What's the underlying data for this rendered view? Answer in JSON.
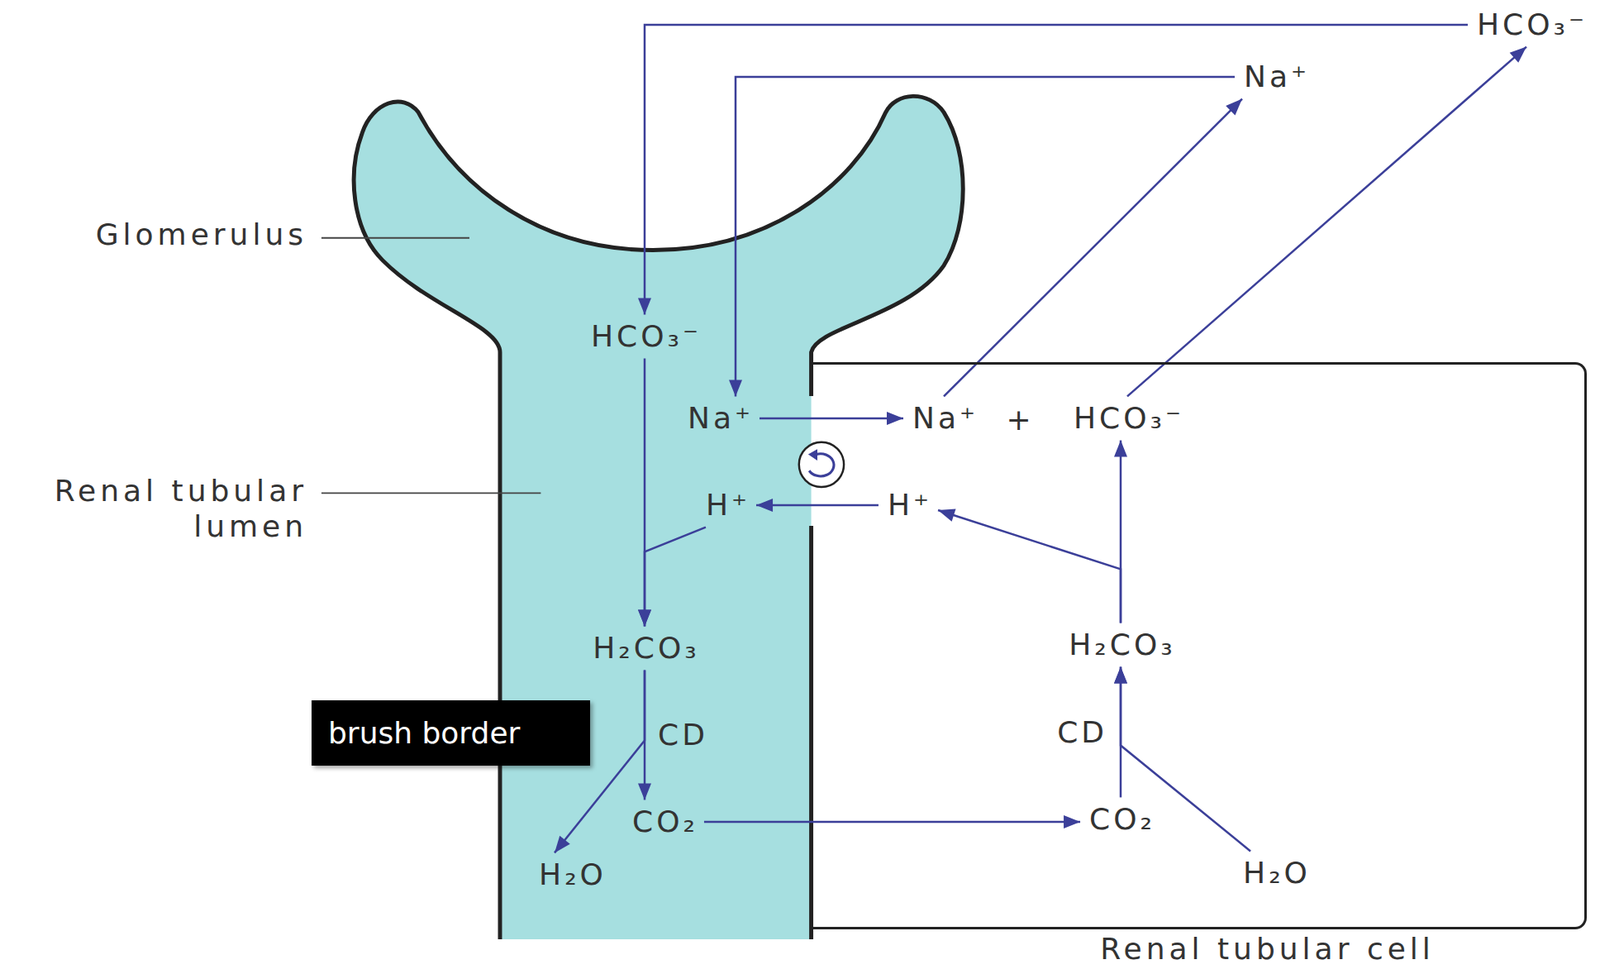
{
  "diagram": {
    "nodes": [
      {
        "text": [
          "HCO₃⁻"
        ]
      },
      {
        "text": [
          "Na⁺"
        ]
      },
      {
        "text": [
          "HCO₃⁻"
        ]
      },
      {
        "text": [
          "Renal tubular cell"
        ]
      },
      {
        "text": [
          "Na⁺"
        ]
      },
      {
        "text": [
          "Na⁺"
        ],
        "in": 3
      },
      {
        "text": [
          "HCO₃⁻"
        ],
        "in": 3
      },
      {
        "text": [
          "H⁺"
        ]
      },
      {
        "text": [
          "H⁺"
        ],
        "in": 3
      },
      {
        "text": [
          "H₂CO₃"
        ]
      },
      {
        "text": [
          "H₂CO₃"
        ],
        "in": 3
      },
      {
        "text": [
          "brush border"
        ]
      },
      {
        "text": [
          "CO₂"
        ]
      },
      {
        "text": [
          "CO₂"
        ],
        "in": 3
      },
      {
        "text": [
          "H₂O"
        ]
      },
      {
        "text": [
          "H₂O"
        ],
        "in": 3
      }
    ],
    "edges": [
      {
        "from": 0,
        "to": 2,
        "arrow": "to"
      },
      {
        "from": 1,
        "to": 4,
        "arrow": "to"
      },
      {
        "from": 2,
        "to": 9,
        "arrow": "to"
      },
      {
        "from": 4,
        "to": 5,
        "arrow": "to"
      },
      {
        "from": 5,
        "to": 1,
        "arrow": "to"
      },
      {
        "from": 6,
        "to": 0,
        "arrow": "to"
      },
      {
        "from": 8,
        "to": 7,
        "arrow": "to"
      },
      {
        "from": 7,
        "to": 9,
        "arrow": "to"
      },
      {
        "from": 10,
        "to": 6,
        "arrow": "to"
      },
      {
        "from": 10,
        "to": 8,
        "arrow": "to"
      },
      {
        "from": 9,
        "to": 12,
        "label": "CD",
        "arrow": "to"
      },
      {
        "from": 9,
        "to": 14,
        "arrow": "to"
      },
      {
        "from": 12,
        "to": 13,
        "arrow": "to"
      },
      {
        "from": 13,
        "to": 10,
        "label": "CD",
        "arrow": "to"
      },
      {
        "from": 15,
        "to": 10,
        "arrow": "to"
      }
    ],
    "labels": [
      "Glomerulus",
      "Renal tubular lumen",
      "+"
    ]
  }
}
